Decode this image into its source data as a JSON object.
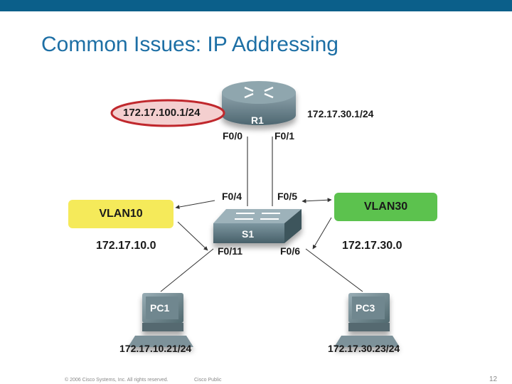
{
  "slide": {
    "title": "Common Issues: IP Addressing",
    "footer_copyright": "© 2006 Cisco Systems, Inc. All rights reserved.",
    "footer_classification": "Cisco Public",
    "page_number": "12"
  },
  "colors": {
    "top_bar": "#0b5f8a",
    "title": "#1d6fa5",
    "vlan10": "#f5ea5a",
    "vlan30": "#5cc24e",
    "highlight_ring": "#c0282d"
  },
  "router": {
    "name": "R1",
    "left_address": "172.17.100.1/24",
    "right_address": "172.17.30.1/24",
    "port_left": "F0/0",
    "port_right": "F0/1"
  },
  "switch": {
    "name": "S1",
    "port_top_left": "F0/4",
    "port_top_right": "F0/5",
    "port_bottom_left": "F0/11",
    "port_bottom_right": "F0/6"
  },
  "vlans": [
    {
      "label": "VLAN10",
      "network": "172.17.10.0"
    },
    {
      "label": "VLAN30",
      "network": "172.17.30.0"
    }
  ],
  "pcs": [
    {
      "name": "PC1",
      "address": "172.17.10.21/24"
    },
    {
      "name": "PC3",
      "address": "172.17.30.23/24"
    }
  ]
}
